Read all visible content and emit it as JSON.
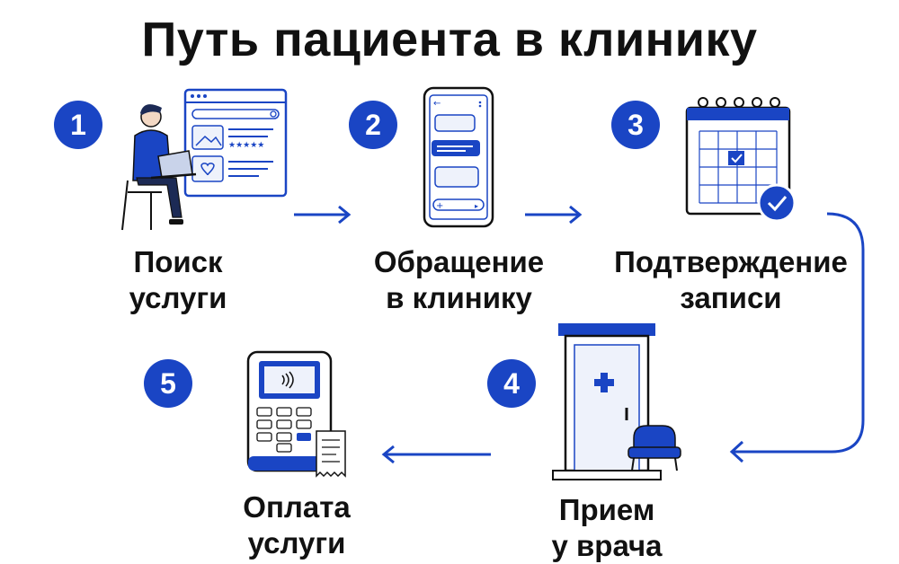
{
  "title": "Путь пациента в клинику",
  "colors": {
    "accent": "#1a45c4",
    "text": "#111111",
    "light": "#eef2fb",
    "background": "#ffffff"
  },
  "steps": [
    {
      "number": "1",
      "line1": "Поиск",
      "line2": "услуги",
      "icon": "laptop-user-search-icon"
    },
    {
      "number": "2",
      "line1": "Обращение",
      "line2": "в клинику",
      "icon": "phone-chat-icon"
    },
    {
      "number": "3",
      "line1": "Подтверждение",
      "line2": "записи",
      "icon": "calendar-check-icon"
    },
    {
      "number": "4",
      "line1": "Прием",
      "line2": "у врача",
      "icon": "clinic-door-icon"
    },
    {
      "number": "5",
      "line1": "Оплата",
      "line2": "услуги",
      "icon": "payment-terminal-icon"
    }
  ],
  "arrows": [
    "arrow-right-icon",
    "arrow-right-icon",
    "curved-arrow-down-icon",
    "arrow-left-icon"
  ]
}
